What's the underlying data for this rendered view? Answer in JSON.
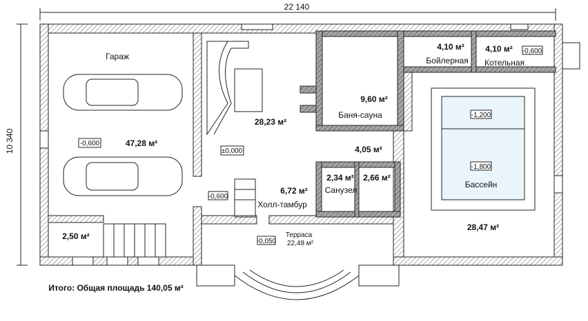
{
  "dimensions": {
    "width": "22 140",
    "height": "10 340"
  },
  "rooms": {
    "garage": {
      "name": "Гараж",
      "area": "47,28 м²",
      "level": "-0,600"
    },
    "living": {
      "area": "28,23 м²",
      "level": "±0,000"
    },
    "sauna": {
      "name": "Баня-сауна",
      "area": "9,60 м²"
    },
    "boiler": {
      "name": "Бойлерная",
      "area": "4,10 м²"
    },
    "kotelnaya": {
      "name": "Котельная",
      "area": "4,10 м²",
      "level": "-0,600"
    },
    "pool": {
      "name": "Бассейн",
      "area": "28,47 м²",
      "level_shallow": "-1,200",
      "level_deep": "-1,800"
    },
    "corridor": {
      "area": "4,05 м²"
    },
    "wc": {
      "name": "Санузел",
      "area": "2,34 м²"
    },
    "shower": {
      "area": "2,66 м²"
    },
    "hall": {
      "name": "Холл-тамбур",
      "area": "6,72 м²",
      "level": "-0,600"
    },
    "terrace": {
      "name": "Терраса",
      "area": "22,48 м²",
      "level": "-0,050"
    },
    "storage": {
      "area": "2,50 м²"
    }
  },
  "total": "Итого: Общая площадь 140,05 м²",
  "colors": {
    "pool_water": "#eaf4fb",
    "wall_dark": "#9a9a9a"
  }
}
